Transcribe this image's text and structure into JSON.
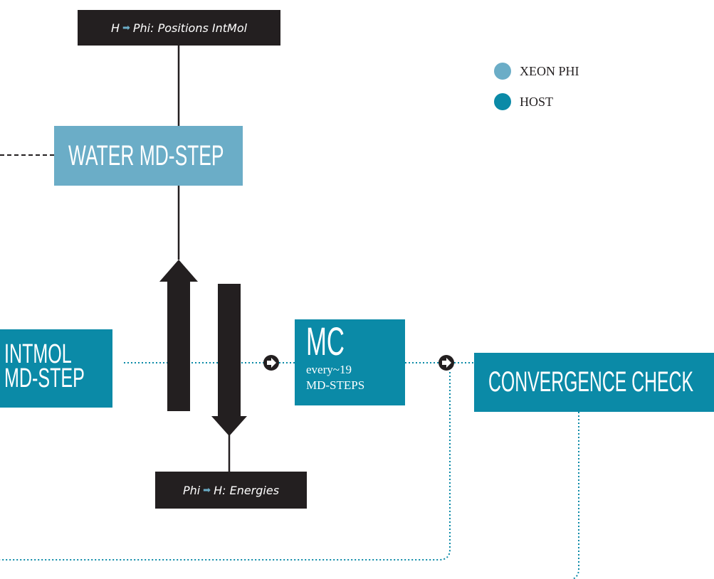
{
  "colors": {
    "xeon_phi": "#6badc7",
    "host": "#0b8aa7",
    "dark": "#231f20"
  },
  "legend": {
    "xeon_phi_label": "XEON PHI",
    "host_label": "HOST"
  },
  "nodes": {
    "water_md_step": "WATER MD-STEP",
    "intmol_line1": "INTMOL",
    "intmol_line2": "MD-STEP",
    "mc_title": "MC",
    "mc_sub1": "every~19",
    "mc_sub2": "MD-STEPS",
    "convergence_check": "CONVERGENCE CHECK"
  },
  "transfers": {
    "top": {
      "from": "H",
      "to": "Phi: Positions IntMol",
      "icon": "arrow-right-icon"
    },
    "bottom": {
      "from": "Phi",
      "to": "H: Energies",
      "icon": "arrow-right-icon"
    }
  }
}
